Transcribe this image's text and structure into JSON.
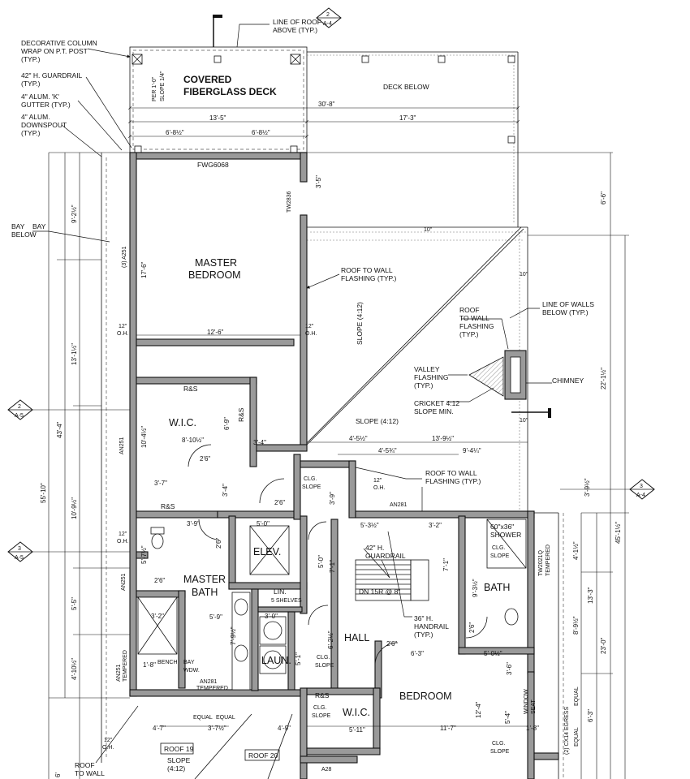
{
  "labels": {
    "decorative_column": [
      "DECORATIVE COLUMN",
      "WRAP ON P.T. POST",
      "(TYP.)"
    ],
    "guardrail42": [
      "42\" H. GUARDRAIL",
      "(TYP.)"
    ],
    "gutter": [
      "4\" ALUM. 'K'",
      "GUTTER (TYP.)"
    ],
    "downspout": [
      "4\" ALUM.",
      "DOWNSPOUT",
      "(TYP.)"
    ],
    "line_of_roof": [
      "LINE OF ROOF",
      "ABOVE (TYP.)"
    ],
    "covered_deck": [
      "COVERED",
      "FIBERGLASS DECK"
    ],
    "deck_below": "DECK BELOW",
    "bay_below": [
      "BAY",
      "BELOW"
    ],
    "roof_to_wall_1": [
      "ROOF TO WALL",
      "FLASHING (TYP.)"
    ],
    "roof_to_wall_2": [
      "ROOF",
      "TO WALL",
      "FLASHING",
      "(TYP.)"
    ],
    "line_of_walls": [
      "LINE OF WALLS",
      "BELOW (TYP.)"
    ],
    "valley": [
      "VALLEY",
      "FLASHING",
      "(TYP.)"
    ],
    "chimney": "CHIMNEY",
    "cricket": [
      "CRICKET 4:12",
      "SLOPE MIN."
    ],
    "slope_412": "SLOPE (4:12)",
    "roof_to_wall_3": [
      "ROOF TO WALL",
      "FLASHING (TYP.)"
    ],
    "guardrail_hall": [
      "42\" H.",
      "GUARDRAIL"
    ],
    "handrail": [
      "36\" H.",
      "HANDRAIL",
      "(TYP.)"
    ],
    "dn": "DN 15R @ 8\"",
    "shower_west": "60\"x36\"",
    "shower": "SHOWER",
    "clg_slope": [
      "CLG.",
      "SLOPE"
    ],
    "roof19": "ROOF 19",
    "roof20": "ROOF 20",
    "roof19_slope": [
      "SLOPE",
      "(4:12)"
    ],
    "roof_to_wall_4": [
      "ROOF",
      "TO WALL"
    ],
    "per_slope": [
      "PER 1'-0\"",
      "SLOPE 1/4\""
    ],
    "fwg": "FWG6068",
    "tw2836": "TW2836",
    "a251": "(3) A251",
    "an251": "AN251",
    "an251_tempered": [
      "AN251",
      "TEMPERED"
    ],
    "an281": "AN281",
    "an281_tempered": [
      "AN281",
      "TEMPERED"
    ],
    "tw2021": [
      "TW2021Q",
      "TEMPERED"
    ],
    "cx14": "(2) CX14 EGRESS",
    "window_seat": [
      "WINDOW",
      "SEAT"
    ],
    "equal": "EQUAL",
    "rs": "R&S",
    "lin": [
      "LIN.",
      "5 SHELVES"
    ],
    "bench": "BENCH",
    "bay_wdw": [
      "BAY",
      "WDW."
    ],
    "a28": "A28",
    "oh": [
      "12\"",
      "O.H."
    ]
  },
  "rooms": {
    "master_bedroom": [
      "MASTER",
      "BEDROOM"
    ],
    "wic": "W.I.C.",
    "master_bath": [
      "MASTER",
      "BATH"
    ],
    "elev": "ELEV.",
    "laun": "LAUN.",
    "hall": "HALL",
    "bath": "BATH",
    "bedroom": "BEDROOM",
    "wic2": "W.I.C."
  },
  "section_markers": [
    {
      "num": "2",
      "sheet": "A-4"
    },
    {
      "num": "2",
      "sheet": "A-5"
    },
    {
      "num": "3",
      "sheet": "A-5"
    },
    {
      "num": "3",
      "sheet": "A-4"
    }
  ],
  "dimensions": {
    "top_30_8": "30'-8\"",
    "top_13_5": "13'-5\"",
    "top_17_3": "17'-3\"",
    "top_6_8a": "6'-8½\"",
    "top_6_8b": "6'-8½\"",
    "left_9_2": "9'-2½\"",
    "left_17_6": "17'-6\"",
    "left_13_1": "13'-1½\"",
    "left_43_4": "43'-4\"",
    "left_55_10": "55'-10\"",
    "left_10_9": "10'-9½\"",
    "left_5_5": "5'-5\"",
    "left_4_10": "4'-10½\"",
    "left_6": "6'",
    "right_6_6": "6'-6\"",
    "right_22_1": "22'-1½\"",
    "right_45_1": "45'-1½\"",
    "right_3_9": "3'-9½\"",
    "right_4_1": "4'-1½\"",
    "right_13_3": "13'-3\"",
    "right_8_9": "8'-9½\"",
    "right_23_0": "23'-0\"",
    "right_6_3": "6'-3\"",
    "mb_12_6": "12'-6\"",
    "wic_8_10": "8'-10½\"",
    "wic_10_4": "10'-4½\"",
    "wic_6_9": "6'-9\"",
    "d_3_4": "3'-4\"",
    "d_3_7": "3'-7\"",
    "d_2_6a": "2'6\"",
    "d_2_6b": "2'6\"",
    "d_3_9": "3'-9\"",
    "d_5_0": "5'-0\"",
    "d_5_7": "5'-7½\"",
    "d_3_2": "3'-2\"",
    "d_5_9": "5'-9\"",
    "d_7_9": "7'-9½\"",
    "d_3_0": "3'-0\"",
    "d_2_6c": "2'6\"",
    "d_4_5": "4'-5½\"",
    "d_4_5b": "4'-5¾\"",
    "d_13_9": "13'-9½\"",
    "d_9_4": "9'-4¼\"",
    "d_5_3": "5'-3½\"",
    "d_3_2b": "3'-2\"",
    "d_7_1": "7'-1\"",
    "d_9_3": "9'-3½\"",
    "d_6_3": "6'-3\"",
    "d_5_0b": "5'-0½\"",
    "d_3_6": "3'-6\"",
    "d_11_7": "11'-7\"",
    "d_12_4": "12'-4\"",
    "d_5_4": "5'-4\"",
    "d_4_7": "4'-7\"",
    "d_3_7b": "3'-7½\"",
    "d_4_9": "4'-9\"",
    "d_5_11": "5'-11\"",
    "d_1_8": "1'-8\"",
    "d_1_8b": "1'-8\"",
    "d_2_6d": "2'6\"",
    "d_2_6e": "2'6\"",
    "d_3_5": "3'-5\"",
    "d_10a": "10\"",
    "d_10b": "10\"",
    "d_6_2": "6'-2½\"",
    "d_7_1b": "7'-1\"",
    "d_5_0c": "5'-0\"",
    "d_5_1": "5'-1\""
  }
}
